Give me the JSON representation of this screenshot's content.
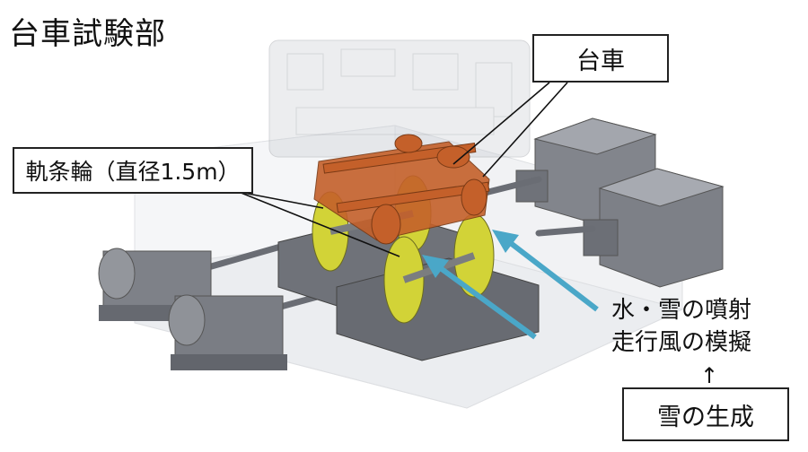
{
  "page_title": "台車試験部",
  "labels": {
    "bogie": "台車",
    "wheelset": "軌条輪（直径1.5m）",
    "water_snow_line1": "水・雪の噴射",
    "water_snow_line2": "走行風の模擬",
    "arrow_up_glyph": "↑",
    "snow_generation": "雪の生成"
  },
  "colors": {
    "bogie": "#c8601e",
    "rail_wheel": "#d7d83a",
    "machinery": "#7d8087",
    "enclosure": "#d9dce2",
    "spray_arrow": "#4aa7c8",
    "callout_line": "#111111"
  }
}
